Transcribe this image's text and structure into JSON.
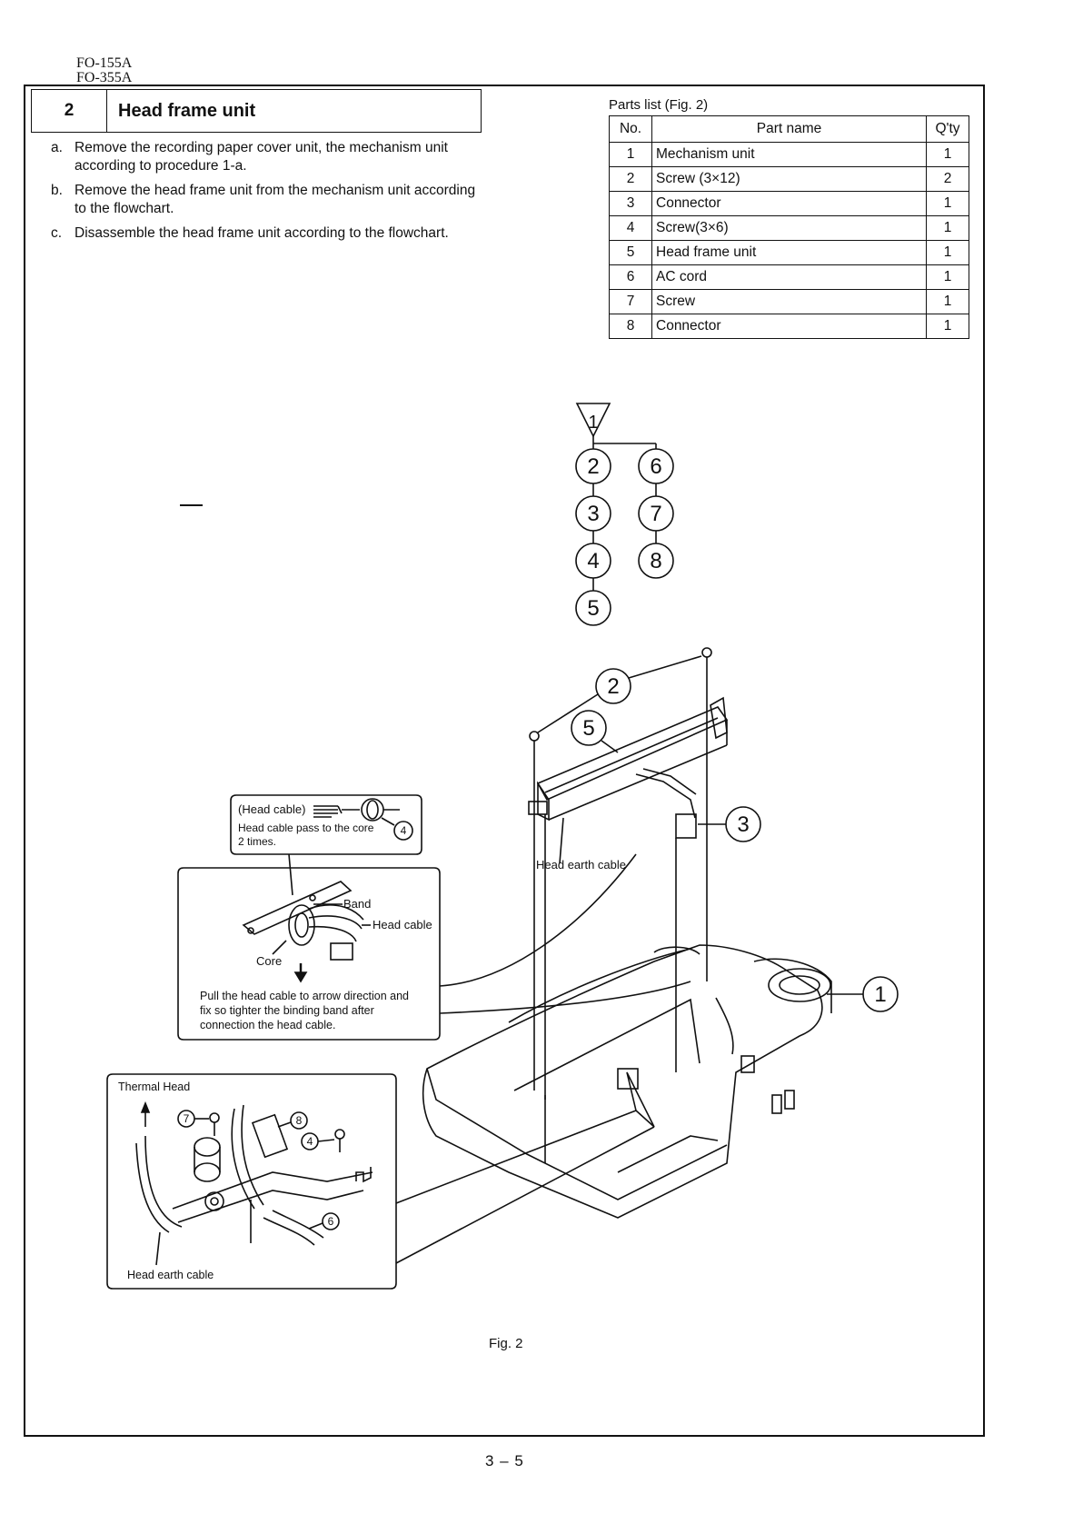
{
  "header": {
    "models": [
      "FO-155A",
      "FO-355A"
    ]
  },
  "section": {
    "number": "2",
    "title": "Head frame unit"
  },
  "steps": [
    {
      "letter": "a.",
      "text": "Remove the recording paper cover unit, the mechanism unit according to procedure 1-a."
    },
    {
      "letter": "b.",
      "text": "Remove the head frame unit from the mechanism unit according to the flowchart."
    },
    {
      "letter": "c.",
      "text": "Disassemble the head frame unit according to the flowchart."
    }
  ],
  "parts_list": {
    "title": "Parts list (Fig. 2)",
    "headers": {
      "no": "No.",
      "name": "Part name",
      "qty": "Q'ty"
    },
    "rows": [
      {
        "no": "1",
        "name": "Mechanism unit",
        "qty": "1"
      },
      {
        "no": "2",
        "name": "Screw (3×12)",
        "qty": "2"
      },
      {
        "no": "3",
        "name": "Connector",
        "qty": "1"
      },
      {
        "no": "4",
        "name": "Screw(3×6)",
        "qty": "1"
      },
      {
        "no": "5",
        "name": "Head frame unit",
        "qty": "1"
      },
      {
        "no": "6",
        "name": "AC cord",
        "qty": "1"
      },
      {
        "no": "7",
        "name": "Screw",
        "qty": "1"
      },
      {
        "no": "8",
        "name": "Connector",
        "qty": "1"
      }
    ]
  },
  "flowchart": {
    "start": "1",
    "left_chain": [
      "2",
      "3",
      "4",
      "5"
    ],
    "right_chain": [
      "6",
      "7",
      "8"
    ]
  },
  "callouts": {
    "head_cable_box": {
      "label": "(Head cable)",
      "ref": "4",
      "note_line1": "Head cable pass to the core",
      "note_line2": "2 times."
    },
    "band_box": {
      "band": "Band",
      "head_cable": "Head cable",
      "core": "Core",
      "note_line1": "Pull the head cable to arrow direction and",
      "note_line2": "fix so tighter the binding band after",
      "note_line3": "connection the head cable."
    },
    "thermal_box": {
      "thermal_head": "Thermal Head",
      "head_earth_cable": "Head earth cable",
      "refs": [
        "7",
        "8",
        "4",
        "6"
      ]
    },
    "main_figure": {
      "head_earth_cable": "Head earth cable",
      "refs": [
        "2",
        "5",
        "3",
        "1"
      ]
    }
  },
  "figure_caption": "Fig. 2",
  "page_number": "3 – 5"
}
